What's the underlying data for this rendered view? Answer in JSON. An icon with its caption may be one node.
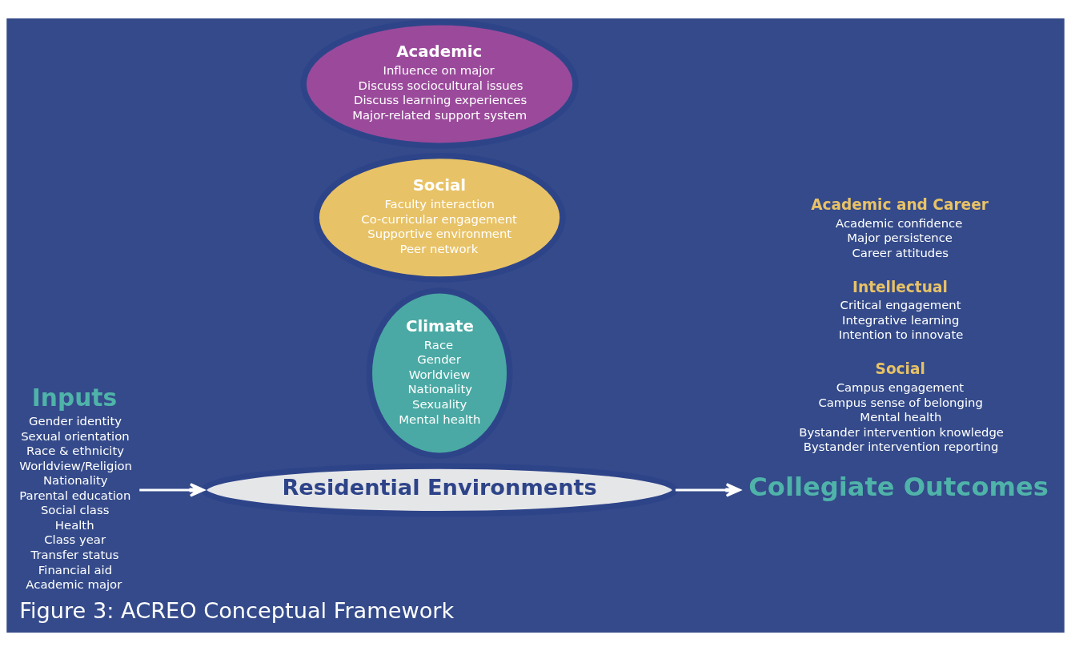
{
  "diagram": {
    "caption": "Figure 3: ACREO Conceptual Framework",
    "nodes": [
      {
        "text": [
          "Inputs",
          "Gender identity",
          "Sexual orientation",
          "Race & ethnicity",
          "Worldview/Religion",
          "Nationality",
          "Parental education",
          "Social class",
          "Health",
          "Class year",
          "Transfer status",
          "Financial aid",
          "Academic major"
        ]
      },
      {
        "text": [
          "Residential Environments"
        ]
      },
      {
        "text": [
          "Academic",
          "Influence on major",
          "Discuss sociocultural issues",
          "Discuss learning experiences",
          "Major-related support system"
        ]
      },
      {
        "text": [
          "Social",
          "Faculty interaction",
          "Co-curricular engagement",
          "Supportive environment",
          "Peer network"
        ]
      },
      {
        "text": [
          "Climate",
          "Race",
          "Gender",
          "Worldview",
          "Nationality",
          "Sexuality",
          "Mental health"
        ]
      },
      {
        "text": [
          "Collegiate Outcomes"
        ]
      },
      {
        "text": [
          "Academic and Career",
          "Academic confidence",
          "Major persistence",
          "Career attitudes"
        ]
      },
      {
        "text": [
          "Intellectual",
          "Critical engagement",
          "Integrative learning",
          "Intention to innovate"
        ]
      },
      {
        "text": [
          "Social",
          "Campus engagement",
          "Campus sense of belonging",
          "Mental health",
          "Bystander intervention knowledge",
          "Bystander intervention reporting"
        ]
      }
    ],
    "edges": [
      {
        "from": 0,
        "to": 1,
        "arrow": "to"
      },
      {
        "from": 1,
        "to": 5,
        "arrow": "to"
      }
    ]
  }
}
